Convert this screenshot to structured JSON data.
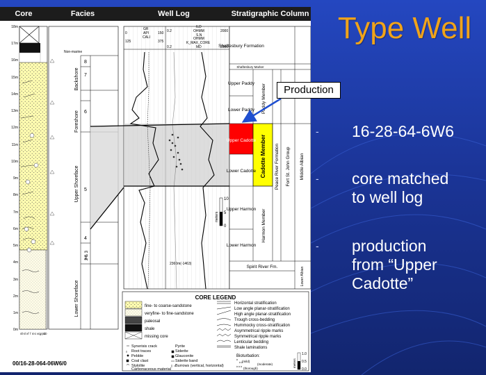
{
  "slide": {
    "title": "Type Well",
    "bullets": [
      {
        "marker": "-",
        "lines": [
          "16-28-64-6W6"
        ]
      },
      {
        "marker": "-",
        "lines": [
          "core matched",
          "to well log"
        ]
      },
      {
        "marker": "-",
        "lines": [
          "production",
          "from “Upper",
          "Cadotte”"
        ]
      }
    ],
    "callout": "Production"
  },
  "figure": {
    "headers": {
      "core": "Core",
      "facies": "Facies",
      "well_log": "Well Log",
      "strat": "Stratigraphic Column"
    },
    "well_id": "00/16-28-064-06W6/0",
    "core_depth_labels": [
      "18m",
      "17m",
      "16m",
      "15m",
      "14m",
      "13m",
      "12m",
      "11m",
      "10m",
      "9m",
      "8m",
      "7m",
      "6m",
      "5m",
      "4m",
      "3m",
      "2m",
      "1m",
      "0m"
    ],
    "grain_size_axis": [
      "sh",
      "sl",
      "vf",
      "f",
      "m",
      "c",
      "vc",
      "grpb",
      "cb"
    ],
    "facies": {
      "nonmarine": "Non-marine",
      "numbers": [
        "8",
        "7",
        "6",
        "5",
        "4",
        "3",
        "2 & 3"
      ],
      "backshore": "Backshore",
      "foreshore": "Foreshore",
      "upper_shoreface": "Upper Shoreface",
      "lower_shoreface": "Lower Shoreface"
    },
    "log_header": {
      "gr": "GR",
      "api": "API",
      "cali": "CALI",
      "gr_min": "0",
      "gr_max": "150",
      "cali_min": "125",
      "cali_max": "375",
      "ild": "ILD",
      "ohmm1": "OHMM",
      "sn": "S.N",
      "ohmm2": "OHMM",
      "kmax": "K_MAX_CORE",
      "md": "MD",
      "r_min": "0.2",
      "r_max": "2000",
      "depth_note": "2360m(-1463)"
    },
    "scale_bar": {
      "label": "meters",
      "values": [
        "10",
        "5",
        "0"
      ]
    },
    "strat": {
      "shaftesbury": "Shaftesbury Formation",
      "marker": "Shaftesbury Marker",
      "upper_paddy": "Upper Paddy",
      "lower_paddy": "Lower Paddy",
      "paddy_member": "Paddy Member",
      "upper_cadotte": "Upper Cadotte",
      "lower_cadotte": "Lower Cadotte",
      "cadotte_member": "Cadotte Member",
      "upper_harmon": "Upper Harmon",
      "lower_harmon": "Lower Harmon",
      "harmon_member": "Harmon Member",
      "spirit_river": "Spirit River Fm.",
      "peace_river": "Peace River Formation",
      "fort_st_john": "Fort St. John Group",
      "middle_albian": "Middle Albian",
      "lower_albian": "Lower Albian"
    },
    "legend": {
      "title": "CORE LEGEND",
      "lithology": [
        "fine- to coarse-sandstone",
        "veryfine- to fine-sandstone",
        "paleosal",
        "shale",
        "missing core"
      ],
      "structures": [
        "Horizontal stratification",
        "Low angle planar-stratification",
        "High angle planar-stratification",
        "Trough cross-bedding",
        "Hummocky cross-stratification",
        "Asymmetrical ripple marks",
        "Symmetrical ripple marks",
        "Lenticular bedding",
        "Shale laminations"
      ],
      "symbols_left": [
        "Synerisis crack",
        "Root traces",
        "Pebble",
        "Coal clast",
        "Stylolite",
        "Carbonaceous material"
      ],
      "symbols_right": [
        "Pyrite",
        "Siderite",
        "Glauconite",
        "Siderite band",
        "Burrows (vertical, horizontal)"
      ],
      "bioturbation": {
        "label": "Bioturbation:",
        "levels": [
          "(mild)",
          "(moderate)",
          "(thorough)"
        ]
      },
      "meters_label": "meters",
      "scale_values": [
        "1.0",
        "0.5",
        "0.0"
      ]
    }
  },
  "colors": {
    "title": "#f0a31a",
    "cadotte_member": "#ffff00",
    "upper_cadotte": "#ff0000",
    "sandstone": "#fffcb0",
    "background": "#1b3598",
    "callout_arrow": "#1f4fd0"
  }
}
